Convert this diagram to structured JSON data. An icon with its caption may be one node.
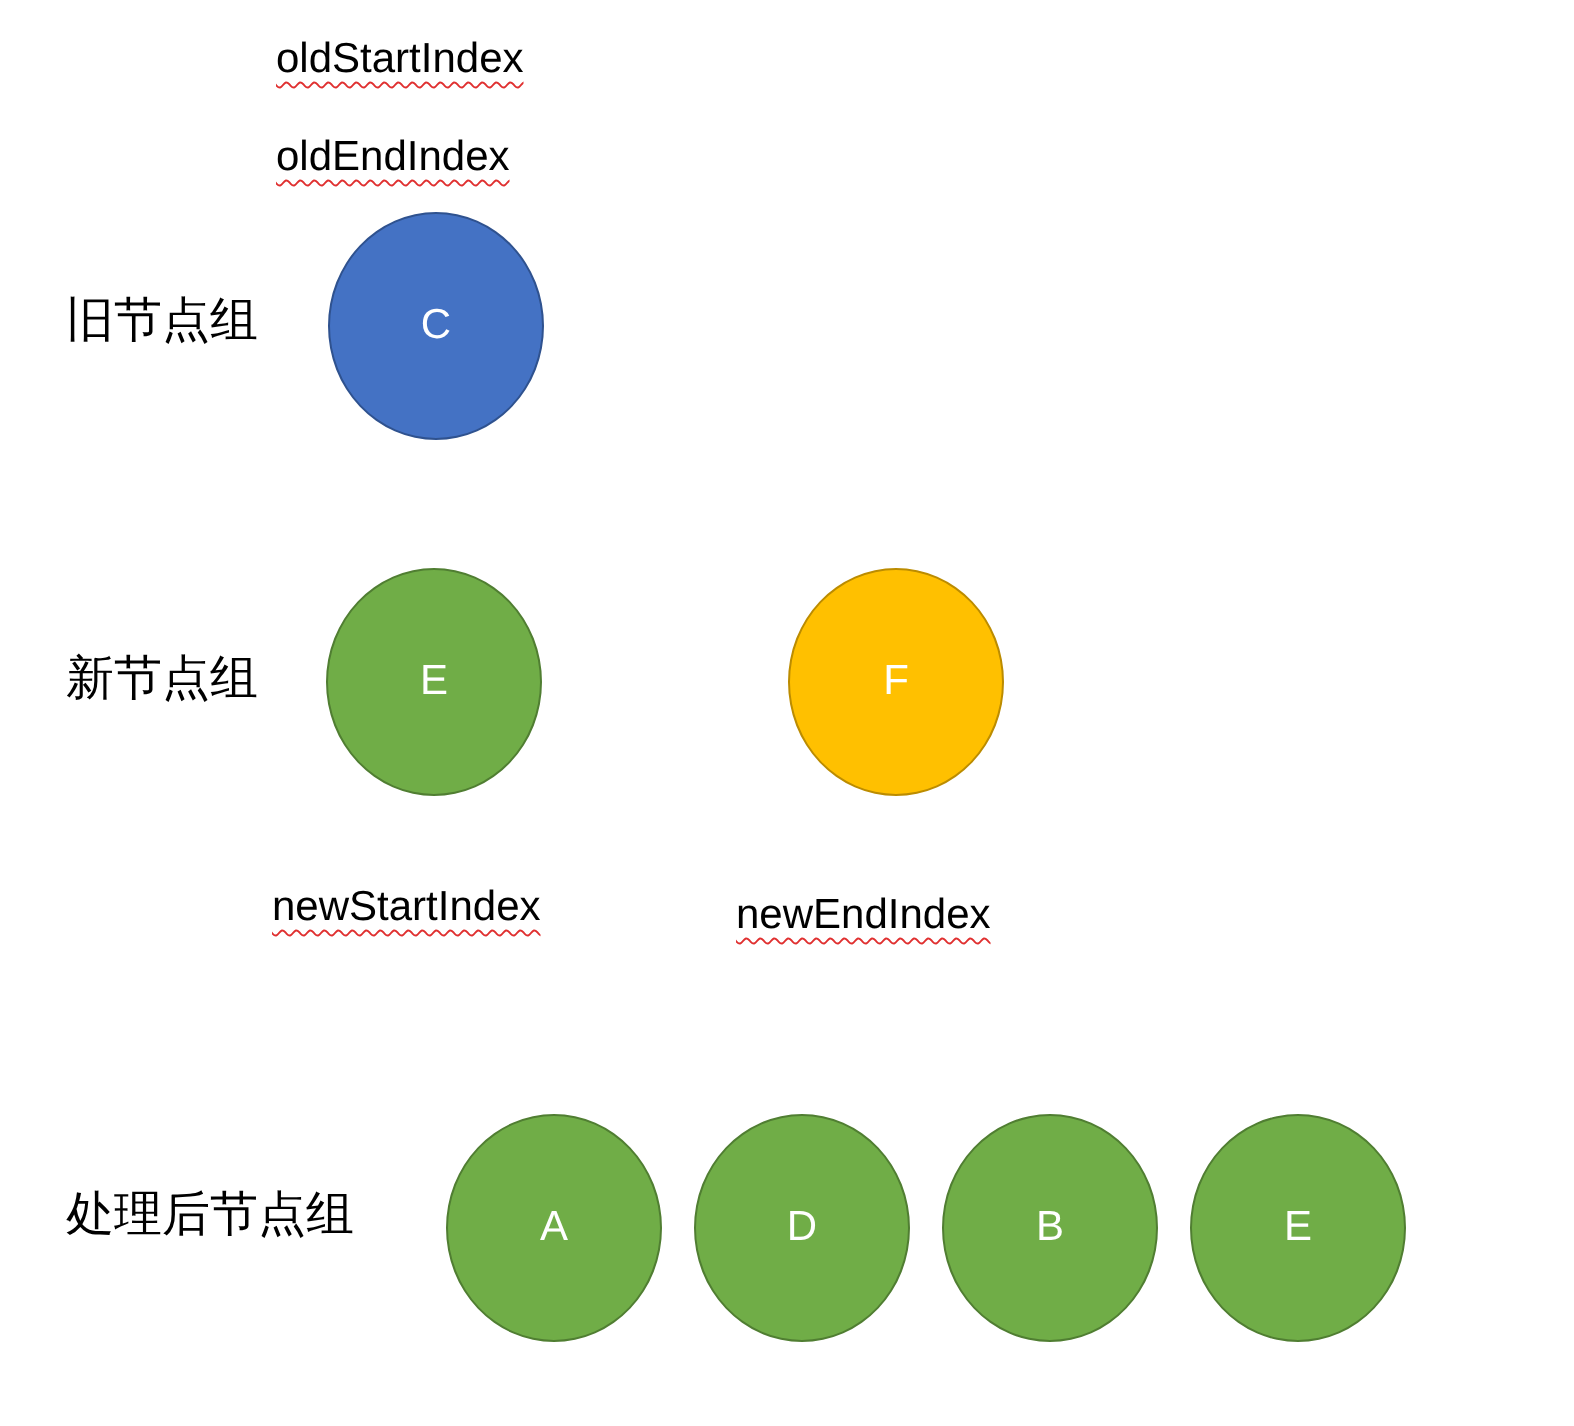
{
  "diagram": {
    "nodes": [
      {
        "text": [
          "C"
        ]
      },
      {
        "text": [
          "E"
        ]
      },
      {
        "text": [
          "F"
        ]
      },
      {
        "text": [
          "A"
        ]
      },
      {
        "text": [
          "D"
        ]
      },
      {
        "text": [
          "B"
        ]
      },
      {
        "text": [
          "E"
        ]
      }
    ],
    "labels": [
      "oldStartIndex",
      "oldEndIndex",
      "旧节点组",
      "新节点组",
      "newStartIndex",
      "newEndIndex",
      "处理后节点组"
    ]
  }
}
